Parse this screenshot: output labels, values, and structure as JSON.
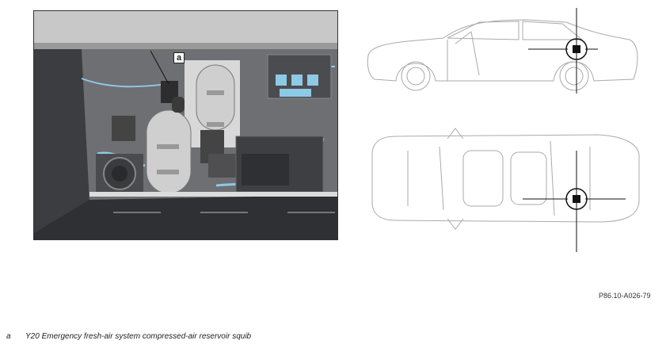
{
  "photo": {
    "callout_letter": "a"
  },
  "diagram_reference": "P86.10-A026-79",
  "legend": {
    "items": [
      {
        "key": "a",
        "text": "Y20 Emergency fresh-air system compressed-air reservoir squib"
      }
    ]
  },
  "colors": {
    "component_gray": "#c9c9c9",
    "line_blue": "#8ec9e6",
    "housing_dark": "#4a4b4e",
    "marker_black": "#111111"
  }
}
